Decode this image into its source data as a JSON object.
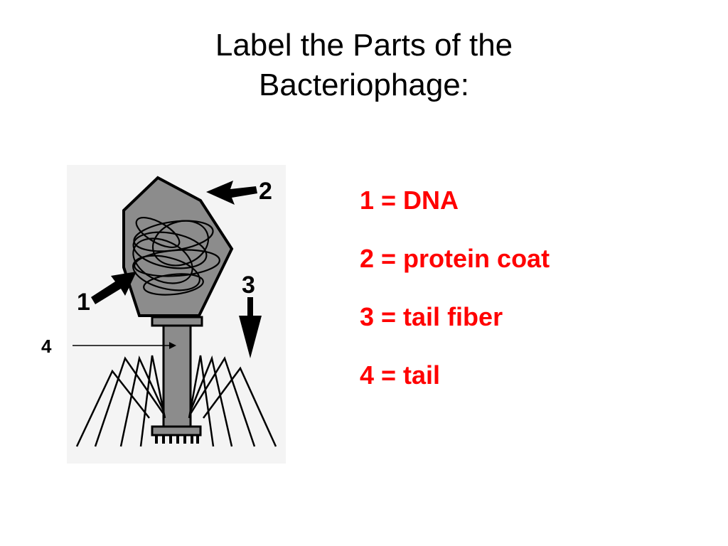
{
  "slide": {
    "title_line1": "Label the Parts of the",
    "title_line2": "Bacteriophage:"
  },
  "diagram": {
    "labels": {
      "one": "1",
      "two": "2",
      "three": "3",
      "four": "4"
    },
    "colors": {
      "capsid_fill": "#8c8c8c",
      "tail_fill": "#8c8c8c",
      "outline": "#000000",
      "background": "#f4f4f4"
    }
  },
  "legend": {
    "items": [
      "1 = DNA",
      "2 = protein coat",
      "3 = tail fiber",
      "4 = tail"
    ],
    "color": "#ff0000"
  }
}
